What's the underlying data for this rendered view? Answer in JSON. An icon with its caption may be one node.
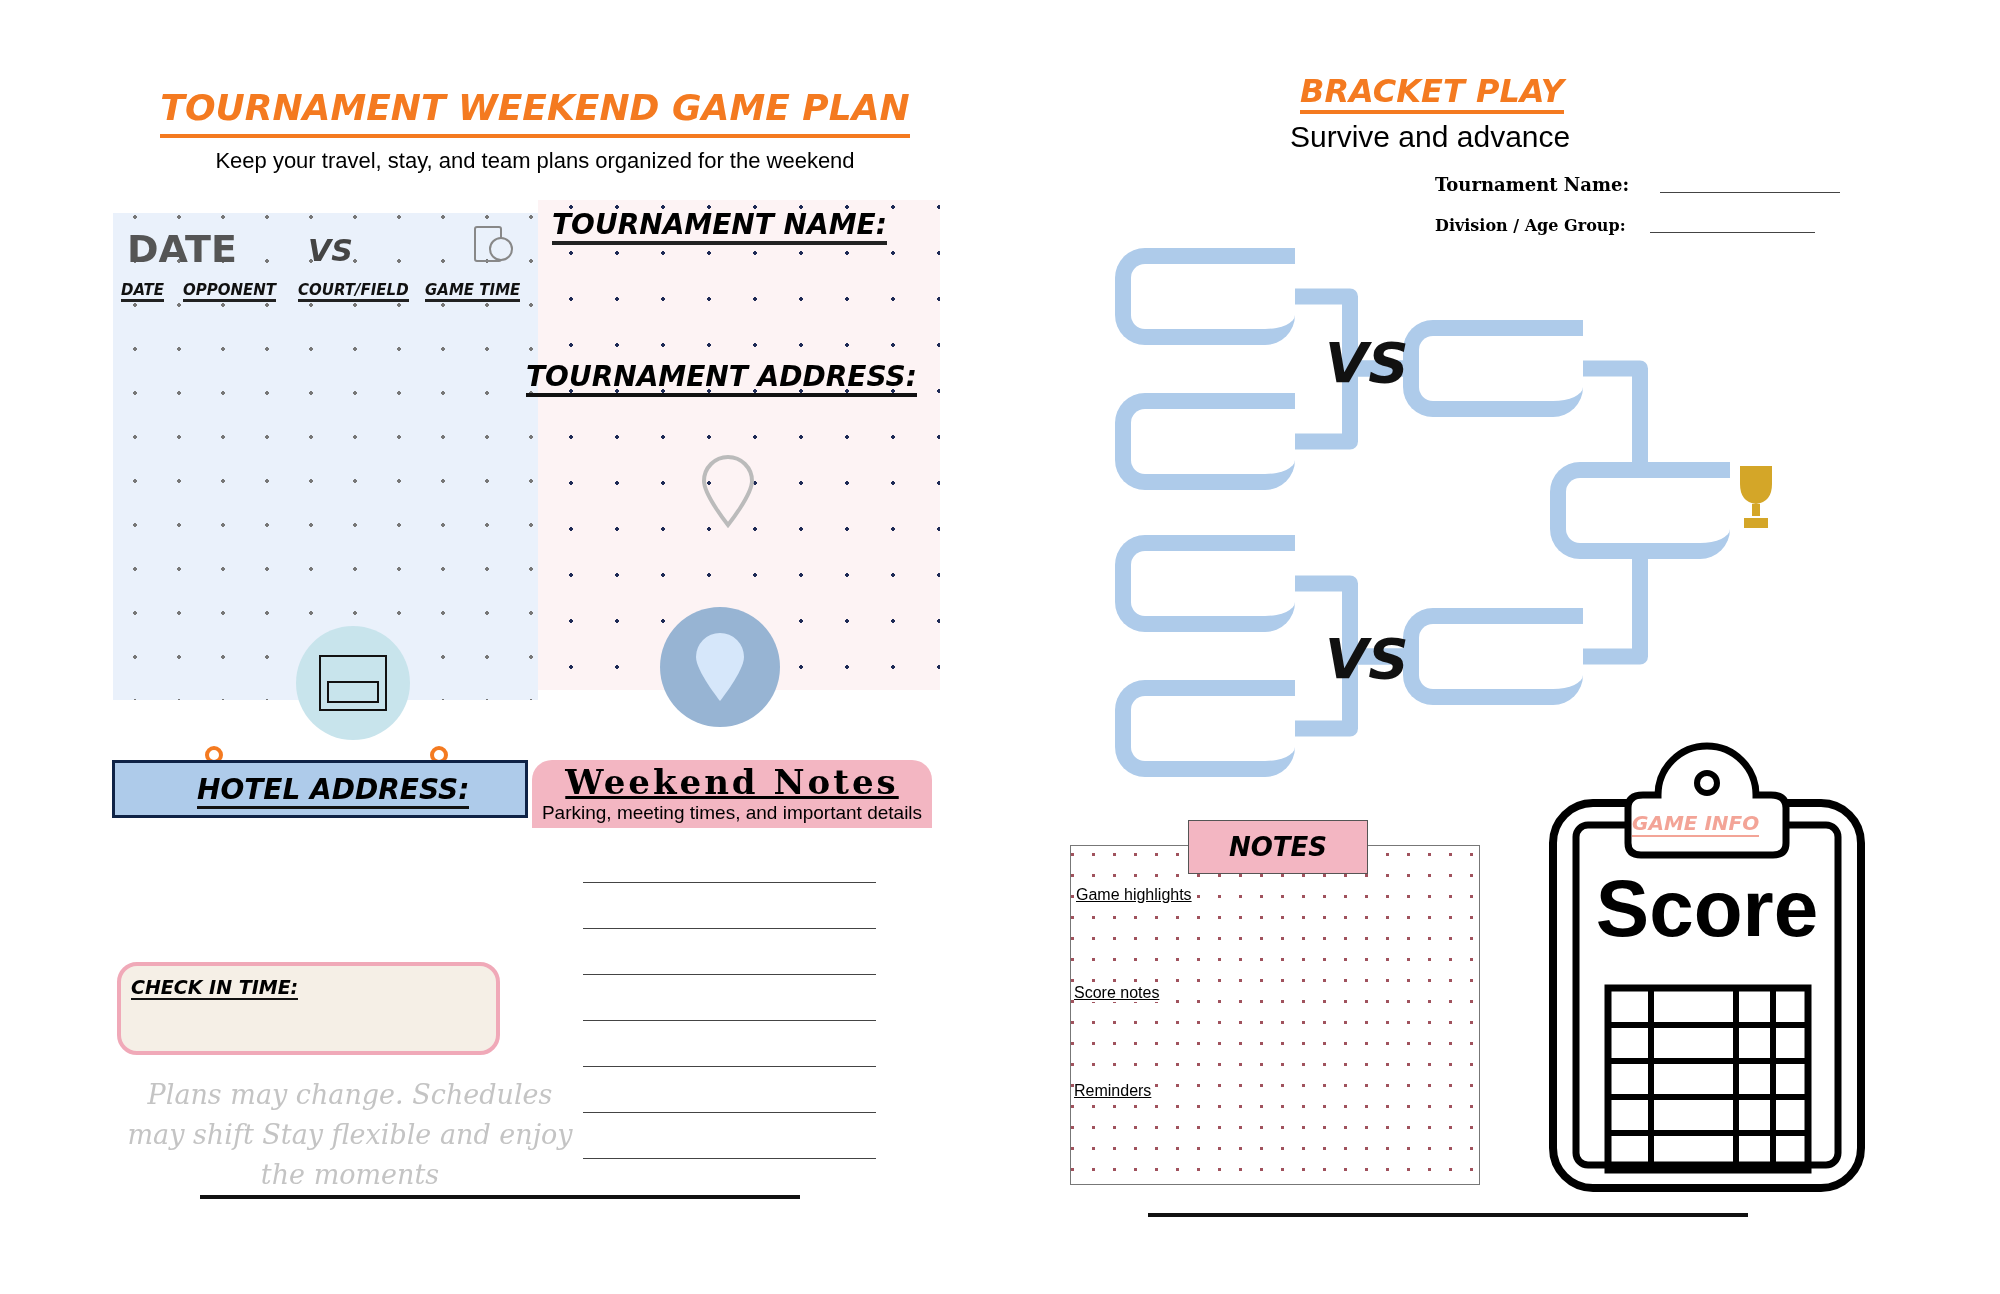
{
  "diagram": {
    "title": "TOURNAMENT WEEKEND GAME PLAN",
    "nodes": [
      {
        "text": [
          "DATE",
          "VS",
          "DATE",
          "OPPONENT",
          "COURT/FIELD",
          "GAME TIME"
        ]
      },
      {
        "text": [
          "TOURNAMENT NAME:",
          "TOURNAMENT ADDRESS:"
        ]
      },
      {
        "text": [
          "HOTEL ADDRESS:"
        ]
      },
      {
        "text": [
          "Weekend Notes",
          "Parking, meeting times, and important details"
        ]
      },
      {
        "text": [
          "CHECK IN TIME:"
        ]
      },
      {
        "text": [],
        "shape": "box"
      },
      {
        "text": [],
        "shape": "box"
      },
      {
        "text": [],
        "shape": "box"
      },
      {
        "text": [],
        "shape": "box"
      },
      {
        "text": [],
        "shape": "box"
      },
      {
        "text": [],
        "shape": "box"
      },
      {
        "text": [],
        "shape": "box"
      },
      {
        "text": [
          "NOTES",
          "Game highlights",
          "Score notes",
          "Reminders"
        ]
      },
      {
        "text": [
          "GAME INFO",
          "Score"
        ]
      }
    ],
    "edges": [
      {
        "from": 5,
        "to": 9,
        "arrow": "none"
      },
      {
        "from": 6,
        "to": 9,
        "arrow": "none"
      },
      {
        "from": 7,
        "to": 10,
        "arrow": "none"
      },
      {
        "from": 8,
        "to": 10,
        "arrow": "none"
      },
      {
        "from": 9,
        "to": 11,
        "arrow": "none"
      },
      {
        "from": 10,
        "to": 11,
        "arrow": "none"
      }
    ],
    "labels": [
      "Keep your travel, stay, and team plans organized for the weekend",
      "BRACKET PLAY",
      "Survive and advance",
      "Tournament Name:",
      "Division / Age Group:",
      "VS",
      "VS",
      "Plans may change. Schedules may shift Stay flexible and enjoy the moments"
    ]
  }
}
